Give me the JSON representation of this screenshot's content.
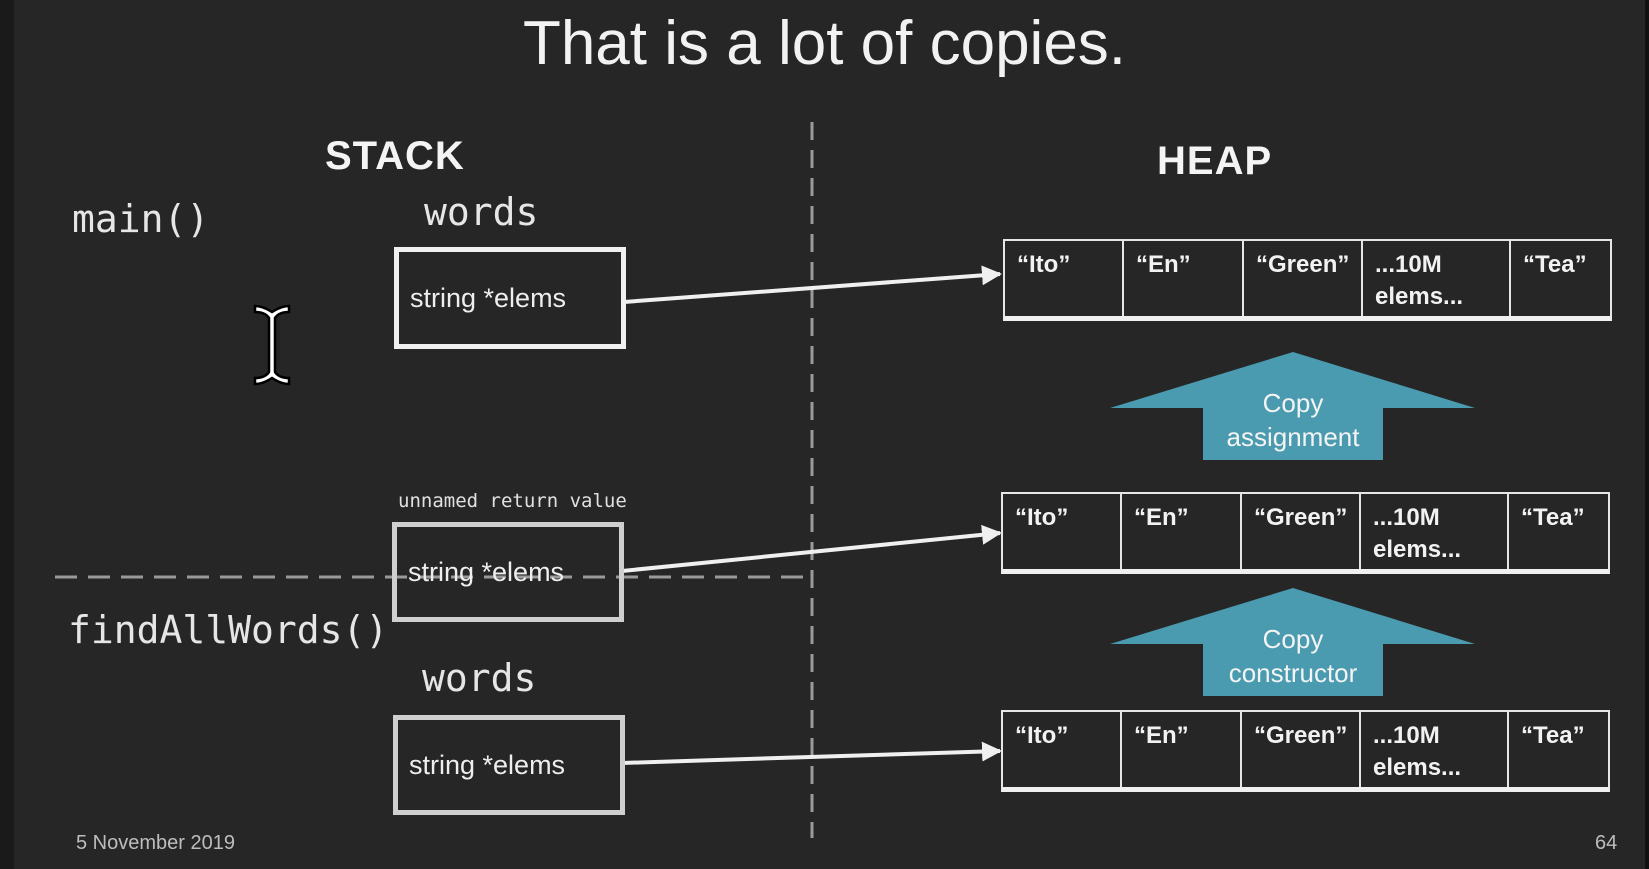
{
  "slide": {
    "title": "That is a lot of copies.",
    "footer_date": "5 November 2019",
    "page_number": "64"
  },
  "stack": {
    "header": "STACK",
    "frames": [
      {
        "name": "main()",
        "var_label": "words",
        "box_text": "string *elems"
      },
      {
        "name": "findAllWords()",
        "var_label": "words",
        "box_text": "string *elems"
      }
    ],
    "return_value": {
      "label": "unnamed return value",
      "box_text": "string *elems"
    }
  },
  "heap": {
    "header": "HEAP",
    "rows": [
      {
        "cells": [
          "“Ito”",
          "“En”",
          "“Green”",
          "...10M elems...",
          "“Tea”"
        ]
      },
      {
        "cells": [
          "“Ito”",
          "“En”",
          "“Green”",
          "...10M elems...",
          "“Tea”"
        ]
      },
      {
        "cells": [
          "“Ito”",
          "“En”",
          "“Green”",
          "...10M elems...",
          "“Tea”"
        ]
      }
    ],
    "copy_arrows": [
      {
        "line1": "Copy",
        "line2": "assignment"
      },
      {
        "line1": "Copy",
        "line2": "constructor"
      }
    ]
  },
  "colors": {
    "background": "#262626",
    "arrow_fill": "#4a9bb0",
    "stroke": "#f0f0f0"
  },
  "cursor": {
    "icon": "text-cursor-icon"
  }
}
